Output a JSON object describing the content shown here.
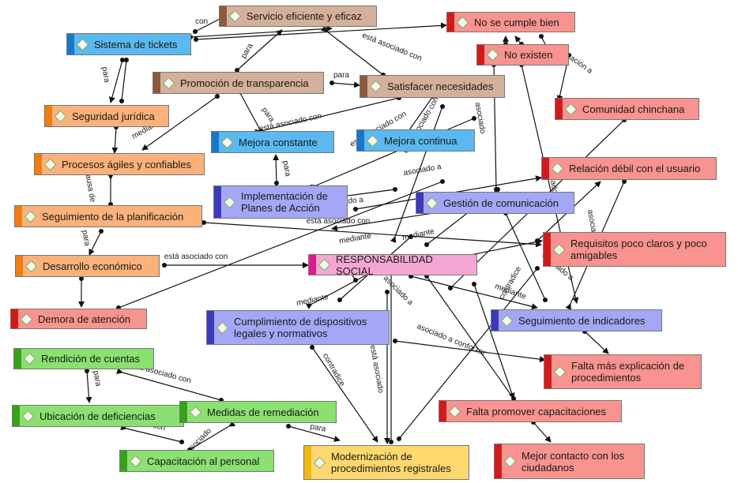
{
  "colors": {
    "brown": {
      "bg": "#d4b09a",
      "bar": "#8c5a3c"
    },
    "blue": {
      "bg": "#5ab9f0",
      "bar": "#1878c8"
    },
    "orange": {
      "bg": "#fbb27a",
      "bar": "#f07c12"
    },
    "red": {
      "bg": "#f8938f",
      "bar": "#d11a1a"
    },
    "purple": {
      "bg": "#a3a7f5",
      "bar": "#3a3aba"
    },
    "pink": {
      "bg": "#f5a7d3",
      "bar": "#e01a8c"
    },
    "green": {
      "bg": "#8ae070",
      "bar": "#3aa01a"
    },
    "yellow": {
      "bg": "#fdd86e",
      "bar": "#f0b810"
    },
    "edge": "#111111"
  },
  "nodes": [
    {
      "id": "servicio",
      "label": "Servicio eficiente y eficaz",
      "color": "brown"
    },
    {
      "id": "nocumple",
      "label": "No se cumple bien",
      "color": "red"
    },
    {
      "id": "tickets",
      "label": "Sistema de tickets",
      "color": "blue"
    },
    {
      "id": "noexisten",
      "label": "No existen",
      "color": "red"
    },
    {
      "id": "transparencia",
      "label": "Promoción de transparencia",
      "color": "brown"
    },
    {
      "id": "satisfacer",
      "label": "Satisfacer necesidades",
      "color": "brown"
    },
    {
      "id": "comunidad",
      "label": "Comunidad chinchana",
      "color": "red"
    },
    {
      "id": "seguridad",
      "label": "Seguridad jurídica",
      "color": "orange"
    },
    {
      "id": "mconstante",
      "label": "Mejora constante",
      "color": "blue"
    },
    {
      "id": "mcontinua",
      "label": "Mejora continua",
      "color": "blue"
    },
    {
      "id": "procesos",
      "label": "Procesos ágiles y confiables",
      "color": "orange"
    },
    {
      "id": "relacion",
      "label": "Relación débil con el usuario",
      "color": "red"
    },
    {
      "id": "implementacion",
      "label": "Implementación de\nPlanes de Acción",
      "color": "purple"
    },
    {
      "id": "gestion",
      "label": "Gestión de comunicación",
      "color": "purple"
    },
    {
      "id": "seguimientop",
      "label": "Seguimiento de la planificación",
      "color": "orange"
    },
    {
      "id": "requisitos",
      "label": "Requisitos poco claros y poco\namigables",
      "color": "red"
    },
    {
      "id": "desarrollo",
      "label": "Desarrollo económico",
      "color": "orange"
    },
    {
      "id": "rs",
      "label": "RESPONSABILIDAD SOCIAL",
      "color": "pink"
    },
    {
      "id": "demora",
      "label": "Demora de atención",
      "color": "red"
    },
    {
      "id": "cumplimiento",
      "label": "Cumplimiento de dispositivos\nlegales y normativos",
      "color": "purple"
    },
    {
      "id": "seguimientoi",
      "label": "Seguimiento de indicadores",
      "color": "purple"
    },
    {
      "id": "rendicion",
      "label": "Rendición de cuentas",
      "color": "green"
    },
    {
      "id": "faltaexp",
      "label": "Falta más explicación de\nprocedimientos",
      "color": "red"
    },
    {
      "id": "ubicacion",
      "label": "Ubicación de deficiencias",
      "color": "green"
    },
    {
      "id": "medidas",
      "label": "Medidas de remediación",
      "color": "green"
    },
    {
      "id": "faltaprom",
      "label": "Falta promover capacitaciones",
      "color": "red"
    },
    {
      "id": "capacitacion",
      "label": "Capacitación al personal",
      "color": "green"
    },
    {
      "id": "modernizacion",
      "label": "Modernización de\nprocedimientos registrales",
      "color": "yellow"
    },
    {
      "id": "mejorcontacto",
      "label": "Mejor contacto con los\nciudadanos",
      "color": "red"
    }
  ],
  "edge_labels": [
    "con",
    "para",
    "está asociado con",
    "asociado a",
    "mediante",
    "contradice",
    "afectación a",
    "asociado",
    "es causa de",
    "asociado a conforzar",
    "está asociado",
    "asociado con"
  ]
}
